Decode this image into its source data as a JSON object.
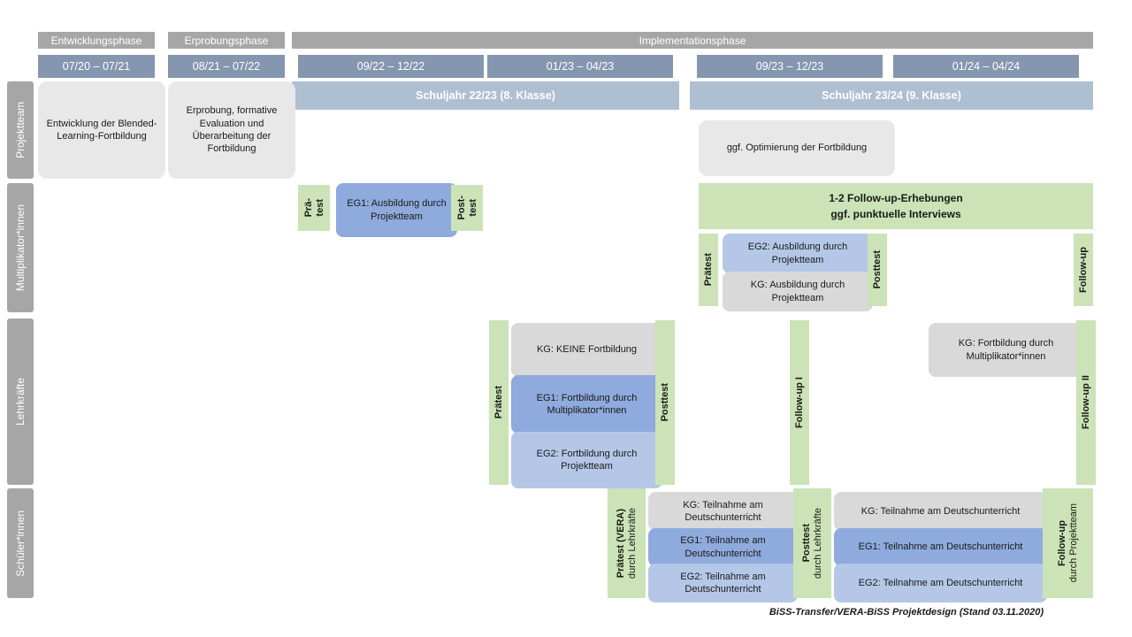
{
  "phases": [
    "Entwicklungsphase",
    "Erprobungsphase",
    "Implementationsphase"
  ],
  "dates": [
    "07/20 – 07/21",
    "08/21 – 07/22",
    "09/22 – 12/22",
    "01/23 – 04/23",
    "09/23 – 12/23",
    "01/24 – 04/24"
  ],
  "school_years": [
    "Schuljahr 22/23 (8. Klasse)",
    "Schuljahr 23/24 (9. Klasse)"
  ],
  "row_labels": [
    "Projektteam",
    "Multiplikator*innen",
    "Lehrkräfte",
    "Schüler*innen"
  ],
  "projektteam": {
    "entwicklung": "Entwicklung der Blended-Learning-Fortbildung",
    "erprobung": "Erprobung, formative Evaluation und Überarbeitung der Fortbildung",
    "optimierung": "ggf. Optimierung der Fortbildung"
  },
  "multiplikatoren": {
    "praetest1": [
      "Prä-",
      "test"
    ],
    "eg1": "EG1: Ausbildung durch Projektteam",
    "posttest1": [
      "Post-",
      "test"
    ],
    "followup_box": [
      "1-2 Follow-up-Erhebungen",
      "ggf. punktuelle Interviews"
    ],
    "praetest2": "Prätest",
    "eg2": "EG2: Ausbildung durch Projektteam",
    "kg": "KG: Ausbildung durch Projektteam",
    "posttest2": "Posttest",
    "followup": "Follow-up"
  },
  "lehrkraefte": {
    "praetest": "Prätest",
    "kg": "KG: KEINE Fortbildung",
    "eg1": "EG1: Fortbildung durch Multiplikator*innen",
    "eg2": "EG2: Fortbildung durch Projektteam",
    "posttest": "Posttest",
    "followup1": "Follow-up I",
    "kg2": "KG: Fortbildung durch Multiplikator*innen",
    "followup2": "Follow-up II"
  },
  "schueler": {
    "praetest": [
      "Prätest (VERA)",
      "durch Lehrkräfte"
    ],
    "kg_a": "KG: Teilnahme am Deutschunterricht",
    "eg1_a": "EG1: Teilnahme am Deutschunterricht",
    "eg2_a": "EG2: Teilnahme am Deutschunterricht",
    "posttest": [
      "Posttest",
      "durch Lehrkräfte"
    ],
    "kg_b": "KG: Teilnahme am Deutschunterricht",
    "eg1_b": "EG1: Teilnahme am Deutschunterricht",
    "eg2_b": "EG2: Teilnahme am Deutschunterricht",
    "followup": [
      "Follow-up",
      "durch Projektteam"
    ]
  },
  "caption": "BiSS-Transfer/VERA-BiSS Projektdesign (Stand 03.11.2020)",
  "colors": {
    "phase_gray": "#a6a6a6",
    "date_blue": "#8496b0",
    "schoolyear_blue": "#afbfd2",
    "box_gray_light": "#e9e8e8",
    "box_gray": "#d9d9d9",
    "green": "#cbe3b6",
    "eg1_blue": "#8faadc",
    "eg2_blue": "#b4c7e7"
  }
}
